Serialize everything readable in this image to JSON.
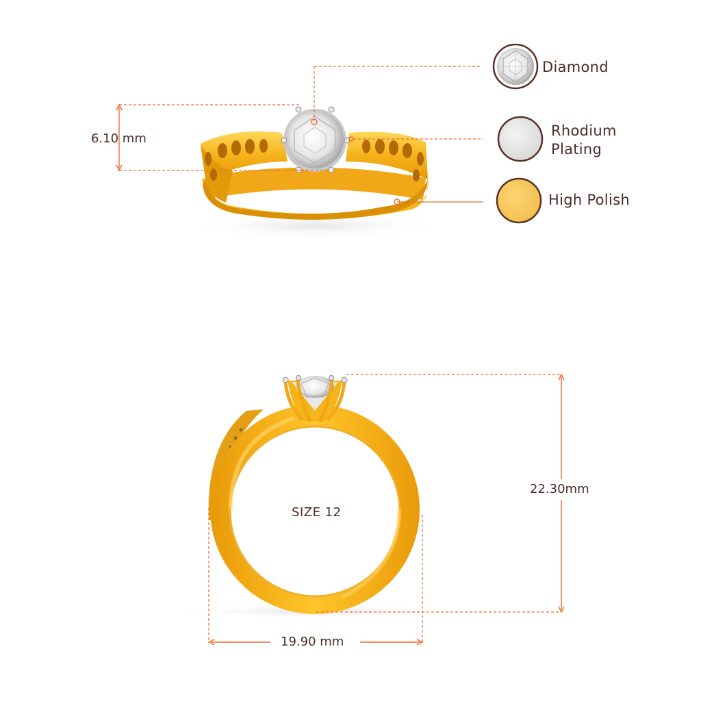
{
  "top_view": {
    "height_label": "6.10 mm"
  },
  "legend": [
    {
      "name": "Diamond",
      "swatch": "diamond-icon",
      "color": "#eeeeee"
    },
    {
      "name": "Rhodium\nPlating",
      "swatch": "rhodium-swatch",
      "color": "#e2e2e2"
    },
    {
      "name": "High Polish",
      "swatch": "gold-swatch",
      "color": "#f6c55a"
    }
  ],
  "front_view": {
    "size_label": "SIZE 12",
    "height_label": "22.30mm",
    "width_label": "19.90 mm"
  },
  "colors": {
    "dimension_line": "#f06a2a",
    "text": "#4a2c28",
    "gold": "#f5b418",
    "gold_dark": "#d48a06",
    "swatch_border": "#5a3026"
  }
}
